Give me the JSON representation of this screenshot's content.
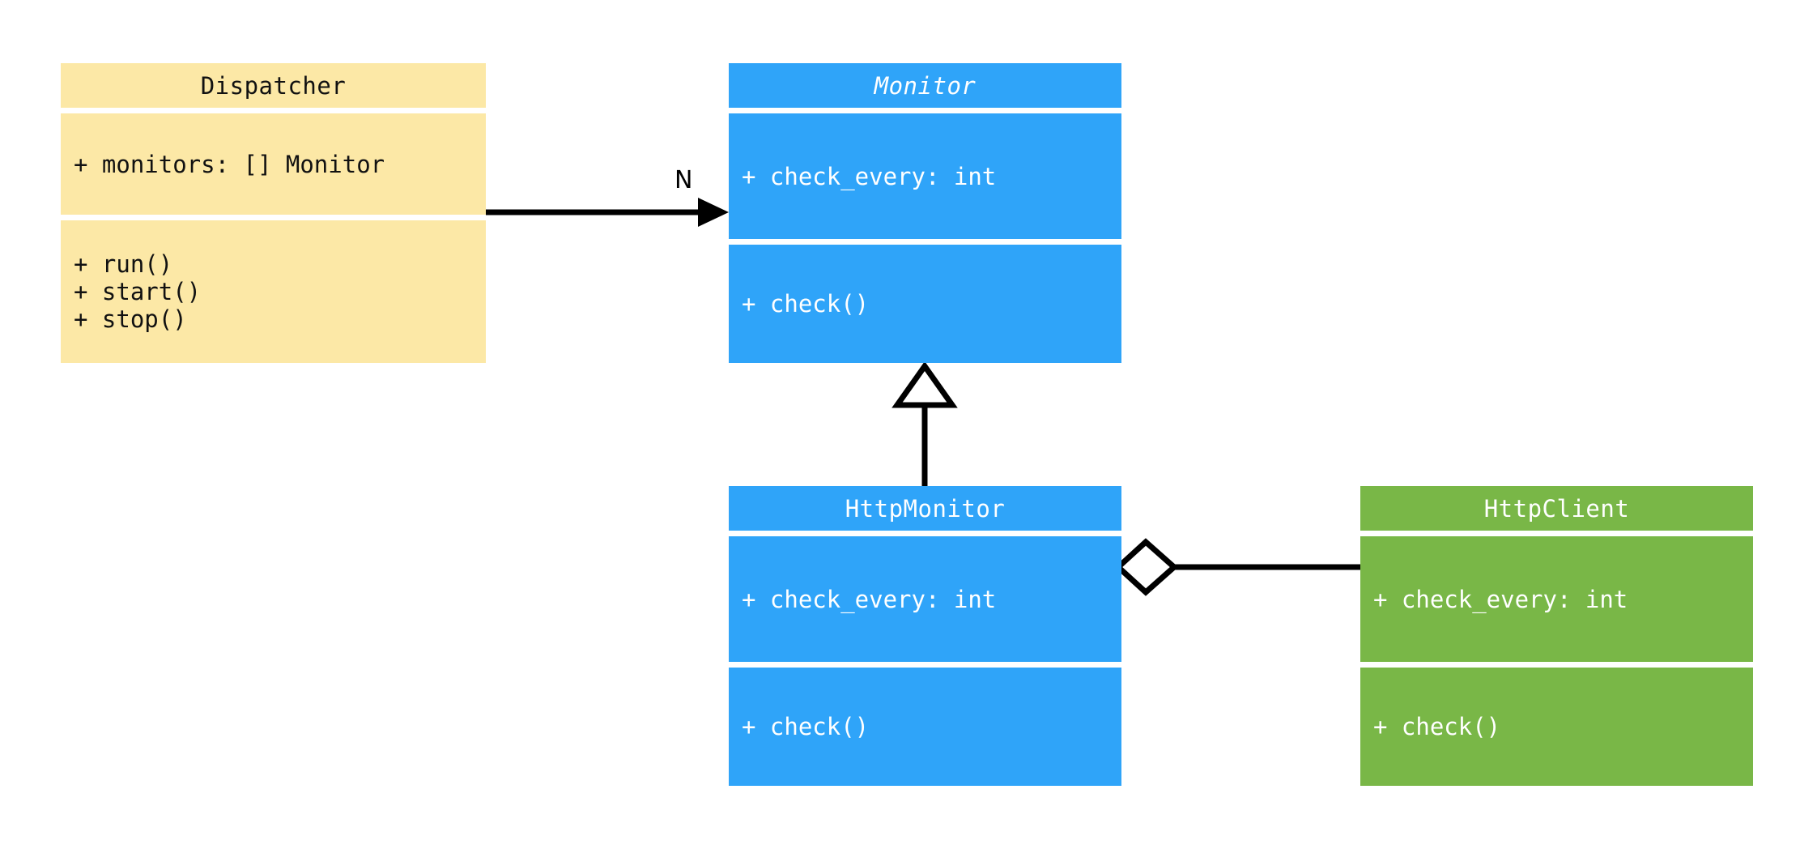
{
  "diagram": {
    "type": "uml-class-diagram",
    "background_color": "#ffffff",
    "palette": {
      "yellow": "#fce8a6",
      "blue": "#2fa4f9",
      "green": "#79b747",
      "line": "#000000",
      "dark_text": "#111111",
      "light_text": "#ffffff"
    }
  },
  "classes": [
    {
      "id": "dispatcher",
      "name": "Dispatcher",
      "abstract": false,
      "color": "#fce8a6",
      "attributes": [
        "+ monitors: [] Monitor"
      ],
      "methods": [
        "+ run()",
        "+ start()",
        "+ stop()"
      ]
    },
    {
      "id": "monitor",
      "name": "Monitor",
      "abstract": true,
      "color": "#2fa4f9",
      "attributes": [
        "+ check_every: int"
      ],
      "methods": [
        "+ check()"
      ]
    },
    {
      "id": "http_monitor",
      "name": "HttpMonitor",
      "abstract": false,
      "color": "#2fa4f9",
      "attributes": [
        "+ check_every: int"
      ],
      "methods": [
        "+ check()"
      ]
    },
    {
      "id": "http_client",
      "name": "HttpClient",
      "abstract": false,
      "color": "#79b747",
      "attributes": [
        "+ check_every: int"
      ],
      "methods": [
        "+ check()"
      ]
    }
  ],
  "relations": [
    {
      "id": "dispatcher-to-monitor",
      "kind": "association",
      "from": "Dispatcher",
      "to": "Monitor",
      "label": "N",
      "arrowhead": "filled-triangle"
    },
    {
      "id": "httpmonitor-to-monitor",
      "kind": "generalization",
      "from": "HttpMonitor",
      "to": "Monitor",
      "label": "",
      "arrowhead": "hollow-triangle"
    },
    {
      "id": "httpmonitor-to-httpclient",
      "kind": "aggregation",
      "from": "HttpMonitor",
      "to": "HttpClient",
      "label": "",
      "arrowhead": "hollow-diamond"
    }
  ]
}
